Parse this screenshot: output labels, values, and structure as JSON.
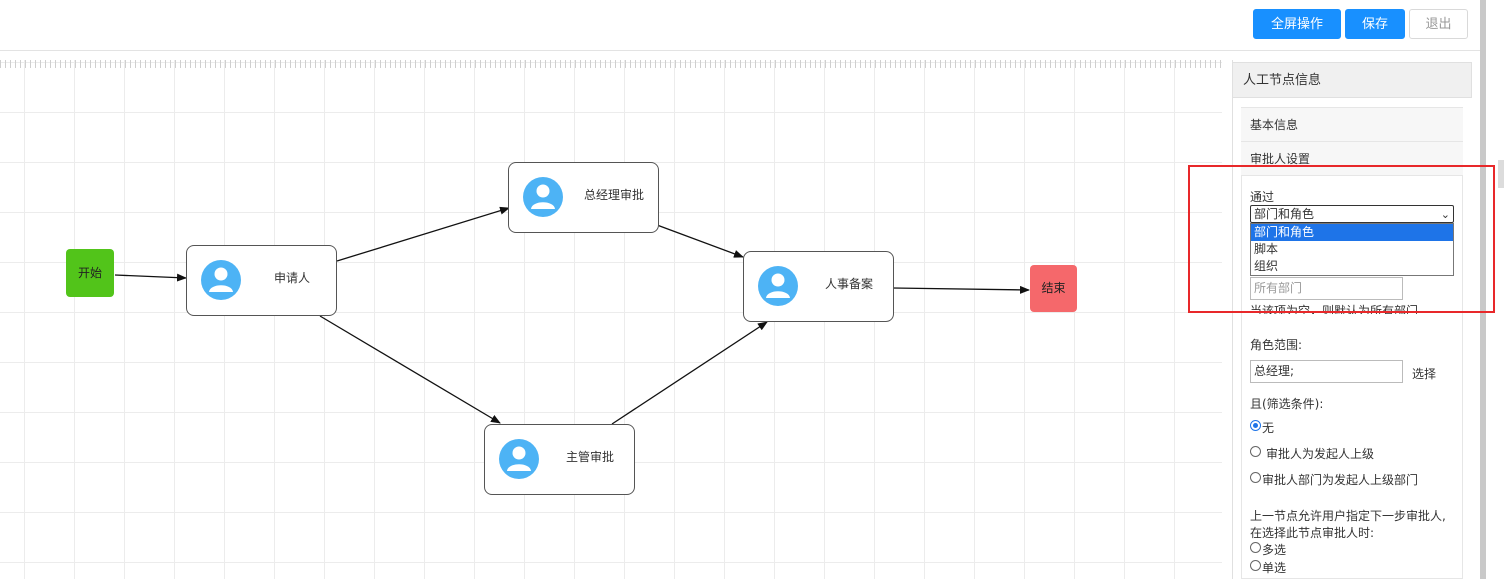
{
  "toolbar": {
    "fullscreen_label": "全屏操作",
    "save_label": "保存",
    "exit_label": "退出"
  },
  "flow": {
    "start_label": "开始",
    "end_label": "结束",
    "nodes": {
      "applicant": "申请人",
      "gm_approval": "总经理审批",
      "hr_filing": "人事备案",
      "supervisor_approval": "主管审批"
    }
  },
  "panel": {
    "title": "人工节点信息",
    "basic_info": "基本信息",
    "approver_settings": "审批人设置",
    "pass_via_label": "通过",
    "pass_via_selected": "部门和角色",
    "pass_via_options": [
      "部门和角色",
      "脚本",
      "组织"
    ],
    "dept_placeholder": "所有部门",
    "dept_hint": "当该项为空，则默认为所有部门",
    "role_scope_label": "角色范围:",
    "role_scope_value": "总经理;",
    "select_link": "选择",
    "filter_label": "且(筛选条件):",
    "filter_options": [
      "无",
      "审批人为发起人上级",
      "审批人部门为发起人上级部门"
    ],
    "next_hint_line1": "上一节点允许用户指定下一步审批人,",
    "next_hint_line2": "在选择此节点审批人时:",
    "mode_options": [
      "多选",
      "单选"
    ]
  },
  "colors": {
    "primary": "#1890ff",
    "start": "#52c41a",
    "end": "#f5686b",
    "highlight": "#e8282a",
    "avatar": "#4db3f5"
  }
}
